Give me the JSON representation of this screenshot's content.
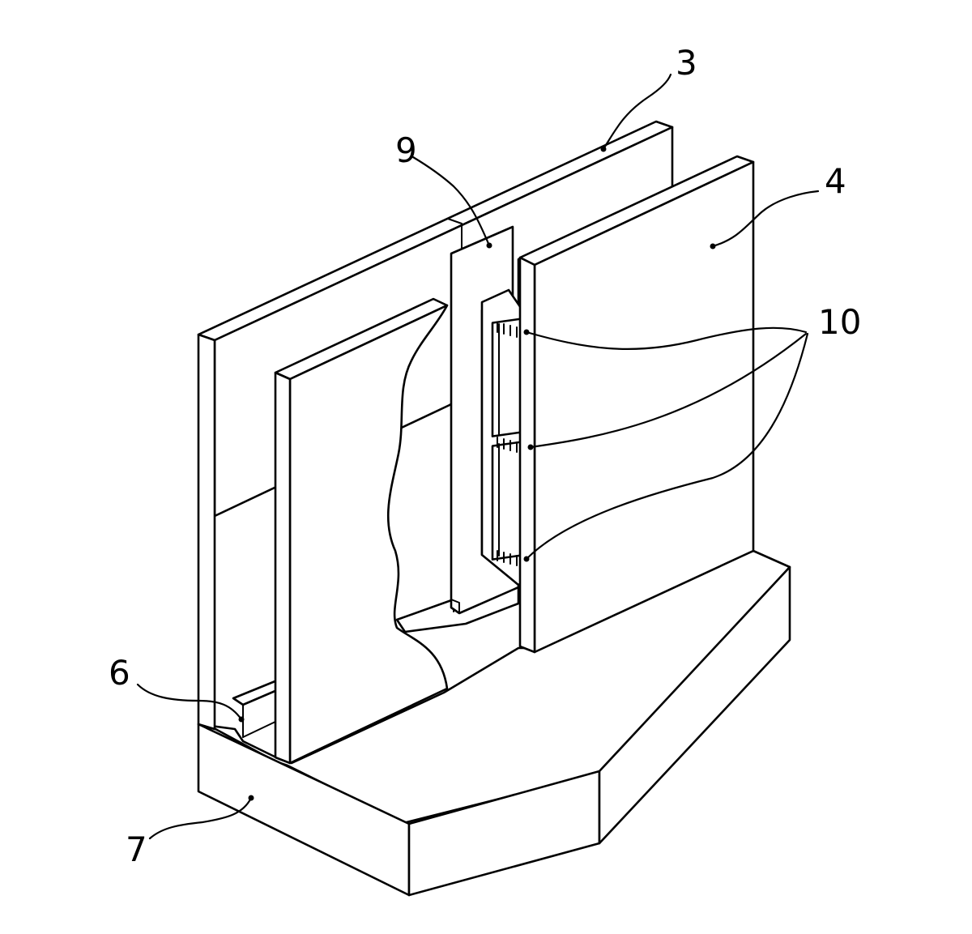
{
  "figure": {
    "callouts": {
      "plate_back": "3",
      "plate_front": "4",
      "sheet": "9",
      "contacts": "10",
      "bracket": "6",
      "base": "7"
    }
  }
}
